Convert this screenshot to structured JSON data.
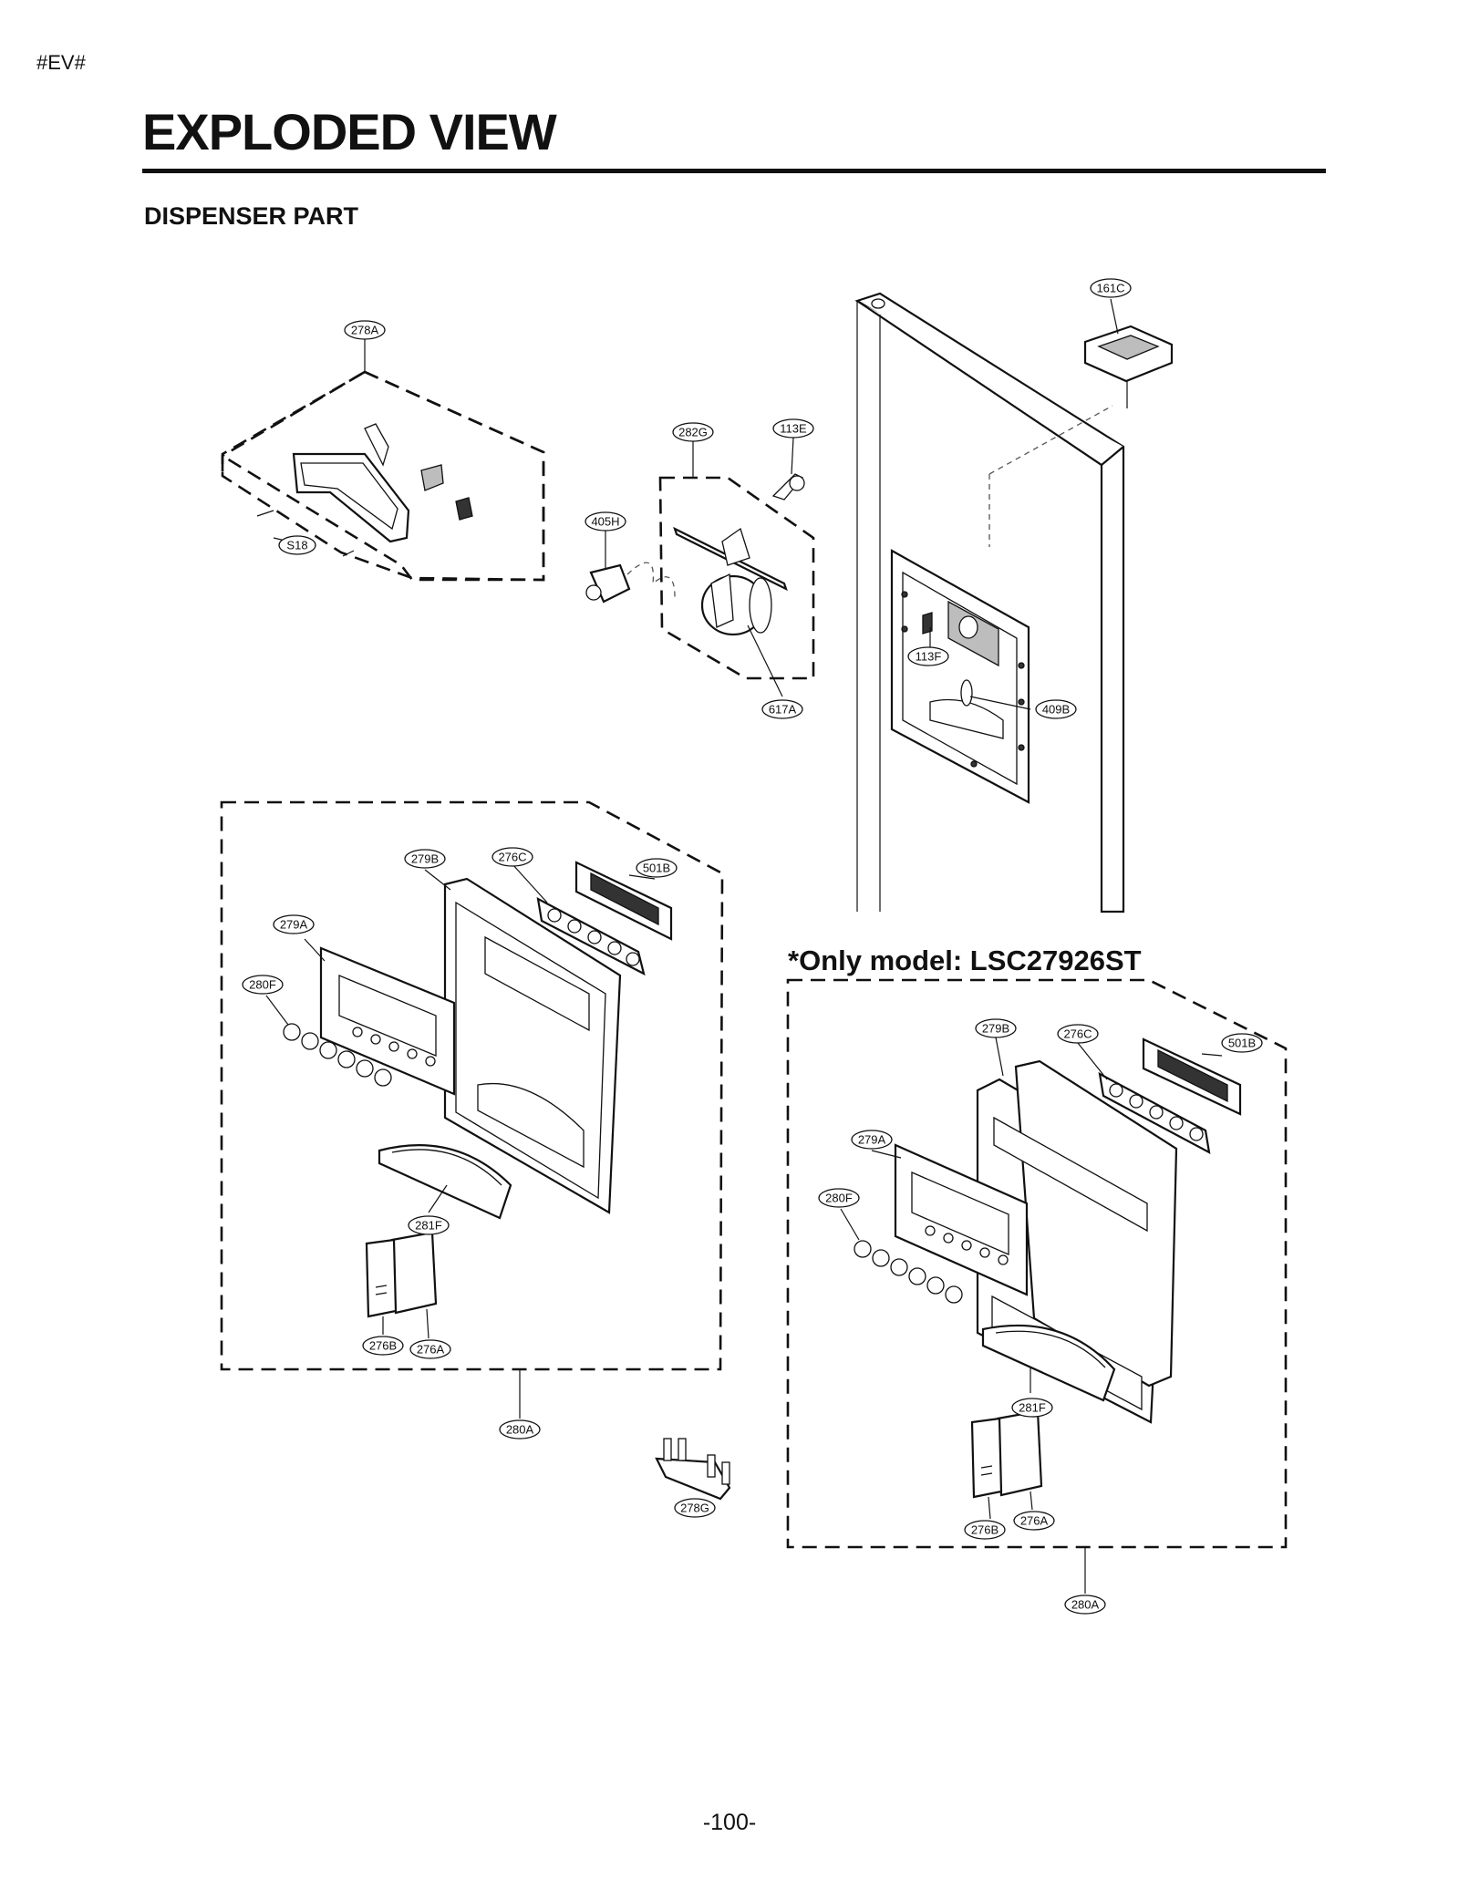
{
  "header": {
    "tag": "#EV#"
  },
  "title": "EXPLODED VIEW",
  "section": "DISPENSER PART",
  "model_note": "*Only model: LSC27926ST",
  "page_number": "-100-",
  "callouts": [
    {
      "id": "c-278a",
      "text": "278A"
    },
    {
      "id": "c-s18",
      "text": "S18"
    },
    {
      "id": "c-282g",
      "text": "282G"
    },
    {
      "id": "c-113e",
      "text": "113E"
    },
    {
      "id": "c-405h",
      "text": "405H"
    },
    {
      "id": "c-617a",
      "text": "617A"
    },
    {
      "id": "c-161c",
      "text": "161C"
    },
    {
      "id": "c-113f",
      "text": "113F"
    },
    {
      "id": "c-409b",
      "text": "409B"
    },
    {
      "id": "c-279b-l",
      "text": "279B"
    },
    {
      "id": "c-276c-l",
      "text": "276C"
    },
    {
      "id": "c-501b-l",
      "text": "501B"
    },
    {
      "id": "c-279a-l",
      "text": "279A"
    },
    {
      "id": "c-280f-l",
      "text": "280F"
    },
    {
      "id": "c-281f-l",
      "text": "281F"
    },
    {
      "id": "c-276b-l",
      "text": "276B"
    },
    {
      "id": "c-276a-l",
      "text": "276A"
    },
    {
      "id": "c-280a-l",
      "text": "280A"
    },
    {
      "id": "c-278g",
      "text": "278G"
    },
    {
      "id": "c-279b-r",
      "text": "279B"
    },
    {
      "id": "c-276c-r",
      "text": "276C"
    },
    {
      "id": "c-501b-r",
      "text": "501B"
    },
    {
      "id": "c-279a-r",
      "text": "279A"
    },
    {
      "id": "c-280f-r",
      "text": "280F"
    },
    {
      "id": "c-281f-r",
      "text": "281F"
    },
    {
      "id": "c-276b-r",
      "text": "276B"
    },
    {
      "id": "c-276a-r",
      "text": "276A"
    },
    {
      "id": "c-280a-r",
      "text": "280A"
    }
  ]
}
